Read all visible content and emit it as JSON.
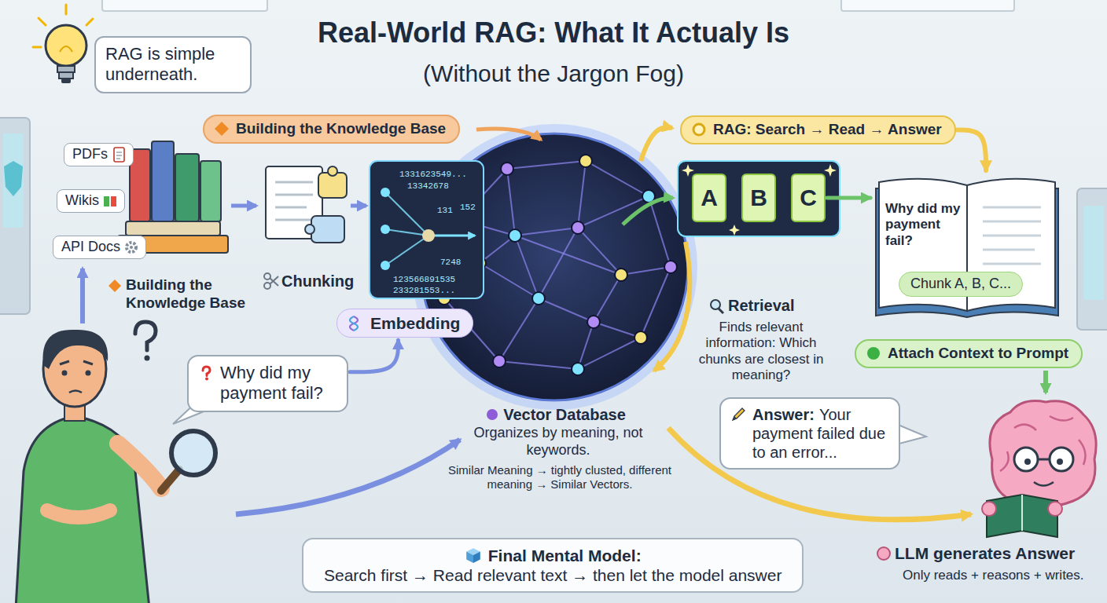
{
  "diagram": {
    "title": "Real-World RAG: What It Actualy Is",
    "nodes": [
      {
        "text": [
          "RAG is simple underneath."
        ]
      },
      {
        "text": [
          "Building the Knowledge Base"
        ]
      },
      {
        "text": [
          "RAG: Search → Read → Answer"
        ]
      },
      {
        "text": [
          "PDFs"
        ]
      },
      {
        "text": [
          "Wikis"
        ]
      },
      {
        "text": [
          "API Docs"
        ]
      },
      {
        "text": [
          "A"
        ]
      },
      {
        "text": [
          "B"
        ]
      },
      {
        "text": [
          "C"
        ]
      },
      {
        "text": [
          "Why did my payment fail?"
        ]
      },
      {
        "text": [
          "Chunk A, B, C..."
        ],
        "in": 9
      },
      {
        "text": [
          "Embedding"
        ]
      },
      {
        "text": [
          "Attach Context to Prompt"
        ]
      },
      {
        "text": [
          "Why did my payment fail?"
        ]
      },
      {
        "text": [
          "Answer:",
          "Your payment failed due to an error..."
        ]
      },
      {
        "text": [
          "Final Mental Model:",
          "Search first → Read relevant text → then let the model answer"
        ]
      }
    ],
    "edges": [
      {
        "from": 8,
        "to": 9,
        "arrow": "to"
      },
      {
        "from": 2,
        "to": 9,
        "arrow": "to"
      },
      {
        "from": 13,
        "to": 11,
        "arrow": "to"
      }
    ],
    "labels": [
      "(Without the Jargon Fog)",
      "Building the Knowledge Base",
      "Chunking",
      "1331623549...",
      "13342678",
      "131",
      "152",
      "7248",
      "123566891535",
      "233281553...",
      "Vector Database",
      "Organizes by meaning, not keywords.",
      "Similar Meaning → tightly clusted, different meaning → Similar Vectors.",
      "Retrieval",
      "Finds relevant information: Which chunks are closest in meaning?",
      "LLM generates Answer",
      "Only reads + reasons + writes."
    ]
  }
}
